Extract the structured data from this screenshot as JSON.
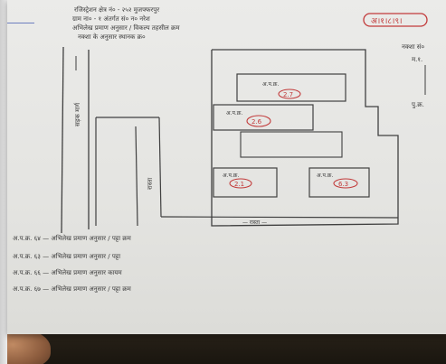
{
  "document": {
    "kind": "hand-drawn land survey sketch (photographed)",
    "header_lines": [
      "रजिस्ट्रेशन क्षेत्र नं० - २५२ मुजफ्फरपुर",
      "ग्राम ना० - १ अंतर्गत सं० न० नरेश",
      "अभिलेख प्रमाण अनुसार / विकल्प तहसील क्रम",
      "नक्शा के अनुसार स्थानक क्र०"
    ],
    "header_ref": "अ।१।८।९।",
    "margin_notes": [
      "नक्शा सं०",
      "म.१.",
      "पु.क्र."
    ],
    "road_label": "सड़क मार्ग",
    "lane_label": "रास्ता",
    "bottom_label": "— रास्ता —",
    "plots": [
      {
        "id": "plot-top",
        "label": "अ.प.क्र.",
        "ref": "2.7"
      },
      {
        "id": "plot-mid",
        "label": "अ.प.क्र.",
        "ref": "2.6"
      },
      {
        "id": "plot-left",
        "label": "अ.प.क्र.",
        "ref": "2.1"
      },
      {
        "id": "plot-right",
        "label": "अ.प.क्र.",
        "ref": "6.3"
      }
    ],
    "footer_notes": [
      "अ.प.क्र. ६४ — अभिलेख प्रमाण अनुसार / पट्टा क्रम",
      "अ.प.क्र. ६३ — अभिलेख प्रमाण अनुसार / पट्टा",
      "अ.प.क्र. ६६ — अभिलेख प्रमाण अनुसार कायम",
      "अ.प.क्र. ६७ — अभिलेख प्रमाण अनुसार / पट्टा क्रम"
    ]
  },
  "colors": {
    "paper": "#e6e6e3",
    "ink": "#3b3b3b",
    "red_ink": "#c23a3a",
    "blue_rule": "#6d7fbf"
  }
}
